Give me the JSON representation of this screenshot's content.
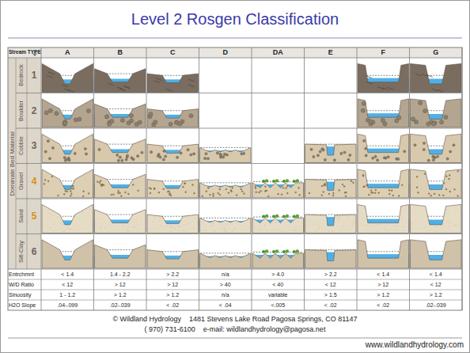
{
  "diagram": {
    "title": "Level 2 Rosgen Classification",
    "labels": [
      "Stream TYPE",
      "A",
      "B",
      "C",
      "D",
      "DA",
      "E",
      "F",
      "G",
      "Dominate Bed Material",
      "Bedrock",
      "1",
      "Boulder",
      "2",
      "Cobble",
      "3",
      "Gravel",
      "4",
      "Sand",
      "5",
      "Silt-Clay",
      "6",
      "Entrchmnt",
      "< 1.4",
      "1.4 - 2.2",
      "> 2.2",
      "n/a",
      "> 4.0",
      "> 2.2",
      "< 1.4",
      "< 1.4",
      "W/D Ratio",
      "< 12",
      "> 12",
      "> 12",
      "> 40",
      "< 40",
      "< 12",
      "> 12",
      "< 12",
      "Sinuosity",
      "1 - 1.2",
      "> 1.2",
      "> 1.2",
      "n/a",
      "variable",
      "> 1.5",
      "> 1.2",
      "> 1.2",
      "H2O Slope",
      ".04-.099",
      ".02-.039",
      "< .02",
      "< .04",
      "<.005",
      "< .02",
      "< .02",
      ".02-.039",
      "© Wildland Hydrology    1481 Stevens Lake Road Pagosa Springs, CO 81147",
      "( 970) 731-6100    e-mail: wildlandhydrology@pagosa.net",
      "www.wildlandhydrology.com"
    ]
  }
}
